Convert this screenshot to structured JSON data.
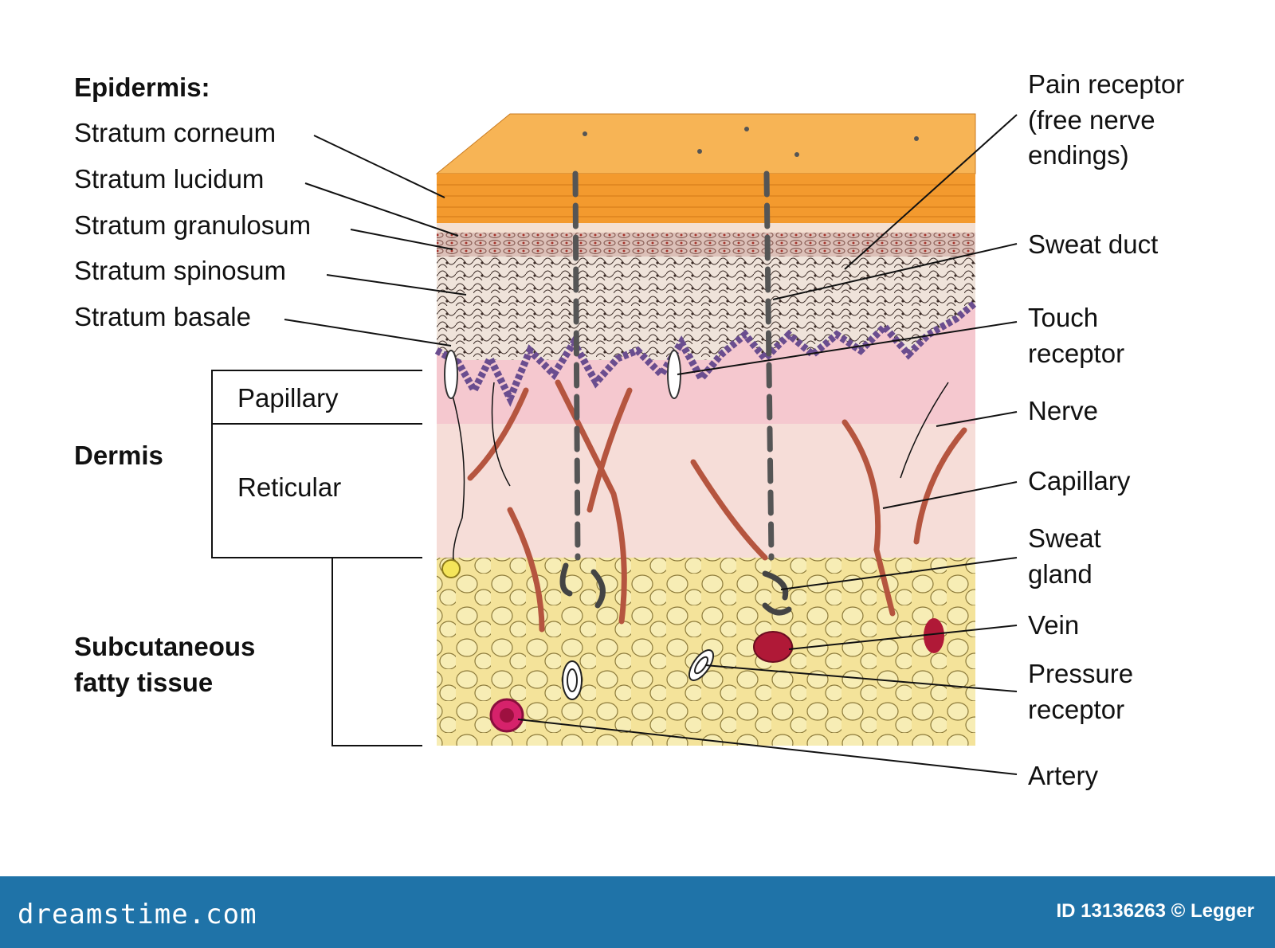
{
  "labels_left": {
    "epidermis_heading": "Epidermis:",
    "stratum_corneum": "Stratum corneum",
    "stratum_lucidum": "Stratum lucidum",
    "stratum_granulosum": "Stratum granulosum",
    "stratum_spinosum": "Stratum spinosum",
    "stratum_basale": "Stratum basale",
    "papillary": "Papillary",
    "dermis": "Dermis",
    "reticular": "Reticular",
    "subcutaneous": "Subcutaneous\nfatty tissue"
  },
  "labels_right": {
    "pain_receptor": "Pain receptor\n(free nerve\nendings)",
    "sweat_duct": "Sweat duct",
    "touch_receptor": "Touch\nreceptor",
    "nerve": "Nerve",
    "capillary": "Capillary",
    "sweat_gland": "Sweat\ngland",
    "vein": "Vein",
    "pressure_receptor": "Pressure\nreceptor",
    "artery": "Artery"
  },
  "footer": {
    "brand": "dreamstime.com",
    "stock_id": "ID 13136263 © Legger"
  },
  "colors": {
    "corneum": "#f39a2e",
    "corneum_top": "#f7b455",
    "granulosum": "#d9b8b0",
    "spinosum": "#efe3da",
    "basale": "#6a4d8f",
    "papillary": "#f5c8cf",
    "reticular": "#f6ddd8",
    "fat": "#f4e39a",
    "fat_cell": "#f7edb5",
    "capillary": "#b5553f",
    "vein": "#b01937",
    "artery": "#d6226b",
    "footer_bg": "#1f73a8"
  }
}
